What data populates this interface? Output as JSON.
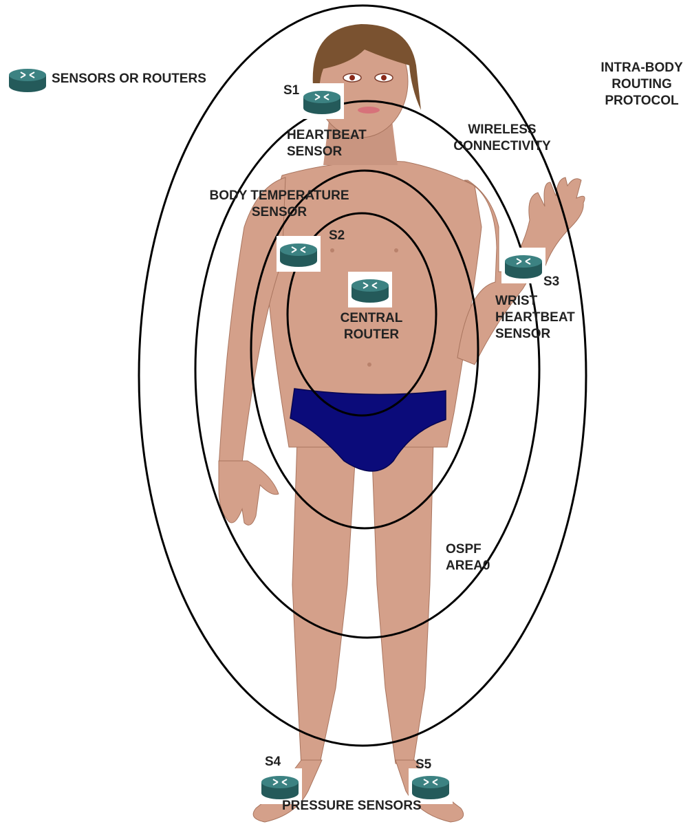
{
  "legend": {
    "icon": "router-icon",
    "label": "SENSORS OR ROUTERS"
  },
  "protocol_label": [
    "INTRA-BODY",
    "ROUTING",
    "PROTOCOL"
  ],
  "routers": {
    "s1": "S1",
    "s2": "S2",
    "s3": "S3",
    "s4": "S4",
    "s5": "S5"
  },
  "labels": {
    "heartbeat": [
      "HEARTBEAT",
      "SENSOR"
    ],
    "wireless": [
      "WIRELESS",
      "CONNECTIVITY"
    ],
    "body_temp": [
      "BODY TEMPERATURE",
      "SENSOR"
    ],
    "central": [
      "CENTRAL",
      "ROUTER"
    ],
    "wrist": [
      "WRIST",
      "HEARTBEAT",
      "SENSOR"
    ],
    "ospf": [
      "OSPF",
      "AREA0"
    ],
    "pressure": "PRESSURE SENSORS"
  },
  "colors": {
    "skin": "#d4a08a",
    "skin_shadow": "#b9826c",
    "hair": "#7a5230",
    "underwear": "#0b0b7a",
    "router": "#2f6b6b",
    "router_top": "#3f8585",
    "ring": "#000000"
  }
}
